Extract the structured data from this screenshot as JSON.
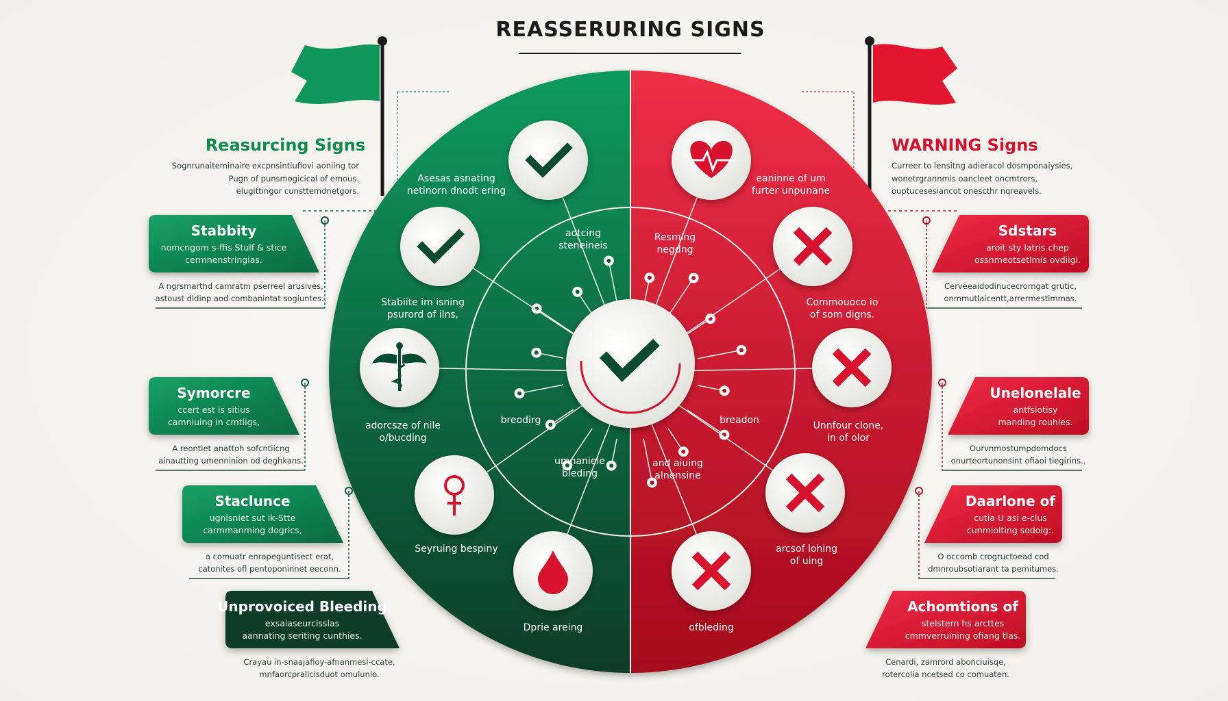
{
  "title": "REASSERURING SIGNS",
  "colors": {
    "green": "#0f8a55",
    "dark_green": "#0a4a32",
    "red": "#d8122c",
    "dark_red": "#a80b1e",
    "background": "#f5f3ee"
  },
  "left": {
    "heading": "Reasurcing Signs",
    "desc": [
      "Sognrunaiteminaire excpnsintiufiovi aoniing tor",
      "Pugn of punsmogicical of emous.",
      "elugittingor cunsttemdnetgors."
    ],
    "flag_icon": "green-flag-icon",
    "cards": [
      {
        "title": "Stabbity",
        "sub": [
          "nomcngom s-ffis Stulf & stice",
          "cermnenstringias."
        ],
        "desc": [
          "A ngrsmarthd camratm pserreel arusives,",
          "astoust dldinp aod combanintat sogiuntes.."
        ]
      },
      {
        "title": "Symorcre",
        "sub": [
          "ccert est is sitius",
          "camniuing in cmtiigs,"
        ],
        "desc": [
          "A reontiet anattoh sofcntiicng",
          "ainautting umenninion od deghkans."
        ]
      },
      {
        "title": "Staclunce",
        "sub": [
          "ugnisniet sut ik-Stte",
          "carmmanming dogrics,"
        ],
        "desc": [
          "a comuatr enrapeguntisect erat,",
          "catonites ofl pentoponinnet eeconn."
        ]
      },
      {
        "title": "Unprovoiced Bleeding",
        "sub": [
          "exsaiaseurcisslas",
          "aannating seriting cunthies."
        ],
        "desc": [
          "Crayau in-snaajafioy-afnanmesl-ccate,",
          "mnfaorcpralicisduot omulunio."
        ]
      }
    ]
  },
  "right": {
    "heading": "WARNING Signs",
    "desc": [
      "Curreer to lensitng adieracol dosmponaiysies,",
      "wonetrgrannmis oancleet oncmtrors,",
      "ouptucesesiancot onescthr nqreavels."
    ],
    "flag_icon": "red-flag-icon",
    "cards": [
      {
        "title": "Sdstars",
        "sub": [
          "aroit sty latris chep",
          "ossnmeotsetlmis ovdiigi."
        ],
        "desc": [
          "Cerveeaidodinucecrorngat grutic,",
          "onmmutlaicentt,arrermestimmas."
        ]
      },
      {
        "title": "Unelonelale",
        "sub": [
          "antfsiotisy",
          "manding rouhles."
        ],
        "desc": [
          "Ourvnmostumpdomdocs",
          "onurteortunonsint ofiaoi tiegirins.."
        ]
      },
      {
        "title": "Daarlone of",
        "sub": [
          "cutia U asi e-clus",
          "cunmiolting sodoig:."
        ],
        "desc": [
          "O occomb crogructoead cod",
          "dmnroubsotiarant ta pemitumes."
        ]
      },
      {
        "title": "Achomtions of",
        "sub": [
          "stelstern hs arcttes",
          "cmmverruining ofiang tlas."
        ],
        "desc": [
          "Cenardi, zamrord abonciuisqe,",
          "rotercolia ncetsed co comuaten."
        ]
      }
    ]
  },
  "circle": {
    "center_icon": "check-icon",
    "green_nodes": [
      {
        "icon": "check-icon",
        "label": [
          "Asesas asnating",
          "netinorn dnodt ering"
        ]
      },
      {
        "icon": "check-icon",
        "label": [
          "Stabiite im isning",
          "psurord of ilns,"
        ]
      },
      {
        "icon": "caduceus-icon",
        "label": [
          "adorcsze of nile",
          "o/bucding"
        ]
      },
      {
        "icon": "female-symbol-icon",
        "label": [
          "Seyruing bespiny"
        ]
      },
      {
        "icon": "blood-drop-icon",
        "label": [
          "Dprie areing"
        ]
      }
    ],
    "red_nodes": [
      {
        "icon": "heartbeat-icon",
        "label": [
          "eaninne of um",
          "furter unpunane"
        ]
      },
      {
        "icon": "x-icon",
        "label": [
          "Commouoco io",
          "of som digns."
        ]
      },
      {
        "icon": "x-icon",
        "label": [
          "Unnfour clone,",
          "in of olor"
        ]
      },
      {
        "icon": "x-icon",
        "label": [
          "arcsof lohing",
          "of uing"
        ]
      },
      {
        "icon": "x-icon",
        "label": [
          "ofbleding"
        ]
      }
    ],
    "inner_labels_green": [
      [
        "aotcing",
        "steneineis"
      ],
      [
        "breodirg"
      ],
      [
        "umnanieie",
        "bleding"
      ]
    ],
    "inner_labels_red": [
      [
        "Resming",
        "negdng"
      ],
      [
        "breadon"
      ],
      [
        "and aiuing",
        "alnensine"
      ]
    ]
  }
}
